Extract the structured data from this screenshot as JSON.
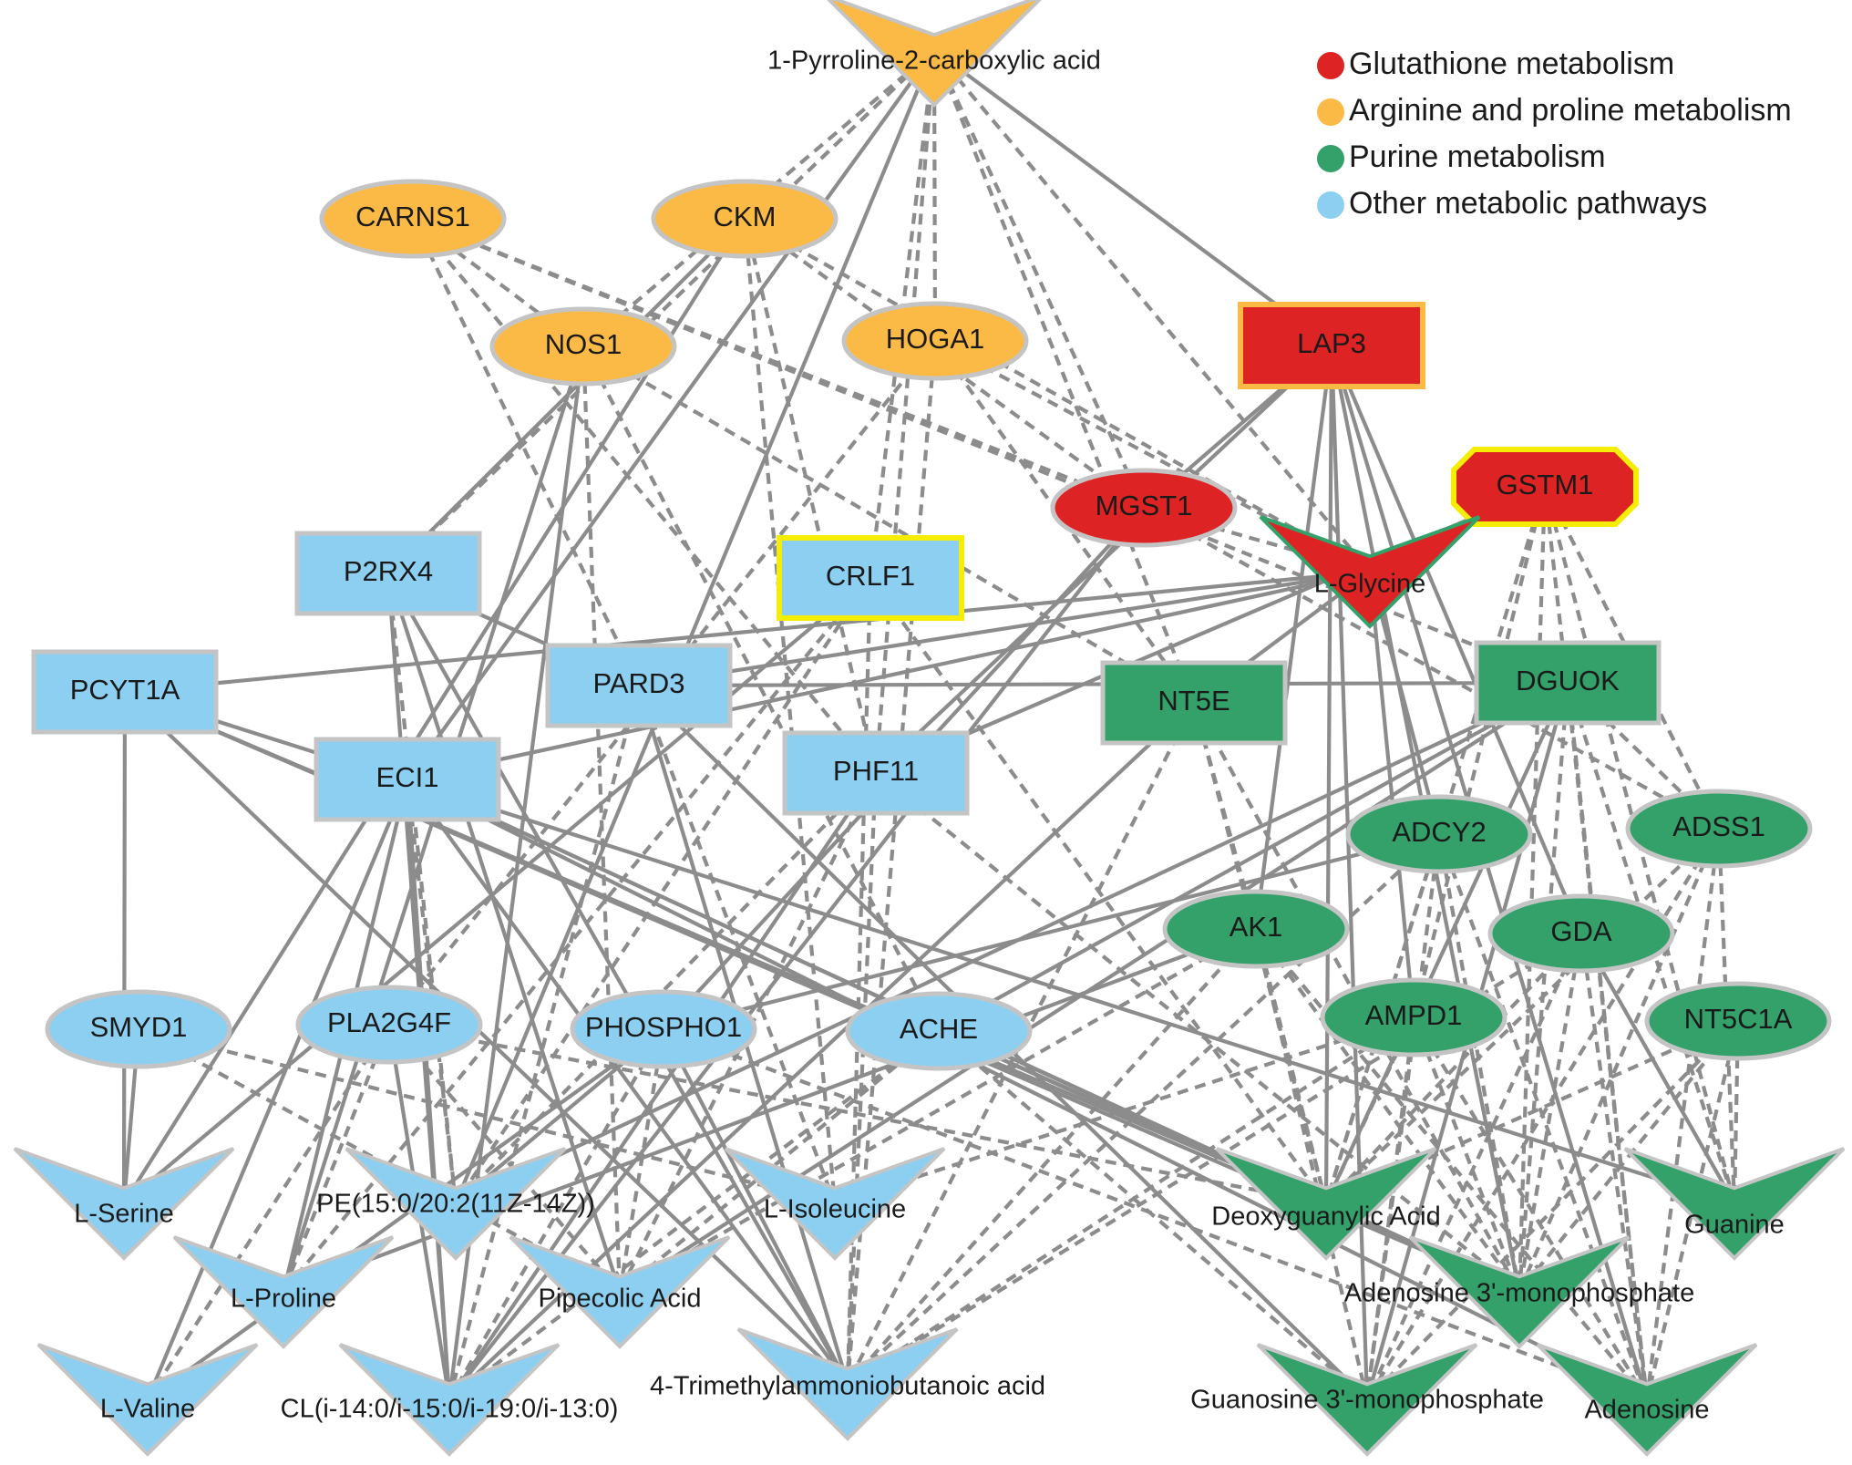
{
  "colors": {
    "Glutathione": "#dd2323",
    "Arginine": "#fbb945",
    "Purine": "#33a169",
    "Other": "#8ccff1",
    "node_border": "#c4c4c4",
    "highlight_border": "#f5ed06",
    "edge": "#8c8c8c"
  },
  "legend": [
    {
      "label": "Glutathione metabolism",
      "group": "Glutathione"
    },
    {
      "label": "Arginine and proline metabolism",
      "group": "Arginine"
    },
    {
      "label": "Purine metabolism",
      "group": "Purine"
    },
    {
      "label": "Other metabolic pathways",
      "group": "Other"
    }
  ],
  "nodes": [
    {
      "id": "P2C",
      "label": "1-Pyrroline-2-carboxylic acid",
      "group": "Arginine",
      "shape": "v-shape"
    },
    {
      "id": "CARNS1",
      "label": "CARNS1",
      "group": "Arginine",
      "shape": "ellipse"
    },
    {
      "id": "CKM",
      "label": "CKM",
      "group": "Arginine",
      "shape": "ellipse"
    },
    {
      "id": "NOS1",
      "label": "NOS1",
      "group": "Arginine",
      "shape": "ellipse"
    },
    {
      "id": "HOGA1",
      "label": "HOGA1",
      "group": "Arginine",
      "shape": "ellipse"
    },
    {
      "id": "LAP3",
      "label": "LAP3",
      "group": "Glutathione",
      "shape": "rectangle",
      "border": "orange"
    },
    {
      "id": "MGST1",
      "label": "MGST1",
      "group": "Glutathione",
      "shape": "ellipse"
    },
    {
      "id": "GSTM1",
      "label": "GSTM1",
      "group": "Glutathione",
      "shape": "octagon",
      "border": "highlight"
    },
    {
      "id": "GLY",
      "label": "L-Glycine",
      "group": "Glutathione",
      "shape": "v-shape",
      "border": "purine"
    },
    {
      "id": "P2RX4",
      "label": "P2RX4",
      "group": "Other",
      "shape": "rectangle"
    },
    {
      "id": "CRLF1",
      "label": "CRLF1",
      "group": "Other",
      "shape": "rectangle",
      "border": "highlight"
    },
    {
      "id": "PCYT1A",
      "label": "PCYT1A",
      "group": "Other",
      "shape": "rectangle"
    },
    {
      "id": "PARD3",
      "label": "PARD3",
      "group": "Other",
      "shape": "rectangle"
    },
    {
      "id": "ECI1",
      "label": "ECI1",
      "group": "Other",
      "shape": "rectangle"
    },
    {
      "id": "PHF11",
      "label": "PHF11",
      "group": "Other",
      "shape": "rectangle"
    },
    {
      "id": "NT5E",
      "label": "NT5E",
      "group": "Purine",
      "shape": "rectangle"
    },
    {
      "id": "DGUOK",
      "label": "DGUOK",
      "group": "Purine",
      "shape": "rectangle"
    },
    {
      "id": "ADCY2",
      "label": "ADCY2",
      "group": "Purine",
      "shape": "ellipse"
    },
    {
      "id": "ADSS1",
      "label": "ADSS1",
      "group": "Purine",
      "shape": "ellipse"
    },
    {
      "id": "AK1",
      "label": "AK1",
      "group": "Purine",
      "shape": "ellipse"
    },
    {
      "id": "GDA",
      "label": "GDA",
      "group": "Purine",
      "shape": "ellipse"
    },
    {
      "id": "AMPD1",
      "label": "AMPD1",
      "group": "Purine",
      "shape": "ellipse"
    },
    {
      "id": "NT5C1A",
      "label": "NT5C1A",
      "group": "Purine",
      "shape": "ellipse"
    },
    {
      "id": "SMYD1",
      "label": "SMYD1",
      "group": "Other",
      "shape": "ellipse"
    },
    {
      "id": "PLA2G4F",
      "label": "PLA2G4F",
      "group": "Other",
      "shape": "ellipse"
    },
    {
      "id": "PHOSPHO1",
      "label": "PHOSPHO1",
      "group": "Other",
      "shape": "ellipse"
    },
    {
      "id": "ACHE",
      "label": "ACHE",
      "group": "Other",
      "shape": "ellipse"
    },
    {
      "id": "SER",
      "label": "L-Serine",
      "group": "Other",
      "shape": "v-shape"
    },
    {
      "id": "PE",
      "label": "PE(15:0/20:2(11Z-14Z))",
      "group": "Other",
      "shape": "v-shape"
    },
    {
      "id": "ILE",
      "label": "L-Isoleucine",
      "group": "Other",
      "shape": "v-shape"
    },
    {
      "id": "PRO",
      "label": "L-Proline",
      "group": "Other",
      "shape": "v-shape"
    },
    {
      "id": "PIP",
      "label": "Pipecolic Acid",
      "group": "Other",
      "shape": "v-shape"
    },
    {
      "id": "VAL",
      "label": "L-Valine",
      "group": "Other",
      "shape": "v-shape"
    },
    {
      "id": "CL",
      "label": "CL(i-14:0/i-15:0/i-19:0/i-13:0)",
      "group": "Other",
      "shape": "v-shape"
    },
    {
      "id": "TMAB",
      "label": "4-Trimethylammoniobutanoic acid",
      "group": "Other",
      "shape": "v-shape"
    },
    {
      "id": "DGA",
      "label": "Deoxyguanylic Acid",
      "group": "Purine",
      "shape": "v-shape"
    },
    {
      "id": "GUA",
      "label": "Guanine",
      "group": "Purine",
      "shape": "v-shape"
    },
    {
      "id": "A3MP",
      "label": "Adenosine 3'-monophosphate",
      "group": "Purine",
      "shape": "v-shape"
    },
    {
      "id": "G3MP",
      "label": "Guanosine 3'-monophosphate",
      "group": "Purine",
      "shape": "v-shape"
    },
    {
      "id": "ADO",
      "label": "Adenosine",
      "group": "Purine",
      "shape": "v-shape"
    }
  ],
  "edges": [
    {
      "source": "P2C",
      "target": "LAP3",
      "style": "solid"
    },
    {
      "source": "P2C",
      "target": "ECI1",
      "style": "solid"
    },
    {
      "source": "P2C",
      "target": "PE",
      "style": "solid"
    },
    {
      "source": "P2C",
      "target": "NOS1",
      "style": "dashed"
    },
    {
      "source": "P2C",
      "target": "CRLF1",
      "style": "dashed"
    },
    {
      "source": "P2C",
      "target": "PHF11",
      "style": "dashed"
    },
    {
      "source": "P2C",
      "target": "MGST1",
      "style": "dashed"
    },
    {
      "source": "P2C",
      "target": "HOGA1",
      "style": "dashed"
    },
    {
      "source": "P2C",
      "target": "NT5E",
      "style": "dashed"
    },
    {
      "source": "P2C",
      "target": "GLY",
      "style": "dashed"
    },
    {
      "source": "P2C",
      "target": "P2RX4",
      "style": "dashed"
    },
    {
      "source": "CARNS1",
      "target": "PARD3",
      "style": "dashed"
    },
    {
      "source": "CARNS1",
      "target": "MGST1",
      "style": "dashed"
    },
    {
      "source": "CARNS1",
      "target": "NOS1",
      "style": "dashed"
    },
    {
      "source": "CARNS1",
      "target": "PHF11",
      "style": "dashed"
    },
    {
      "source": "CARNS1",
      "target": "DGUOK",
      "style": "dashed"
    },
    {
      "source": "CKM",
      "target": "P2RX4",
      "style": "solid"
    },
    {
      "source": "CKM",
      "target": "PHF11",
      "style": "dashed"
    },
    {
      "source": "CKM",
      "target": "MGST1",
      "style": "dashed"
    },
    {
      "source": "CKM",
      "target": "GLY",
      "style": "dashed"
    },
    {
      "source": "CKM",
      "target": "ILE",
      "style": "dashed"
    },
    {
      "source": "CKM",
      "target": "SER",
      "style": "solid"
    },
    {
      "source": "NOS1",
      "target": "PRO",
      "style": "solid"
    },
    {
      "source": "NOS1",
      "target": "CL",
      "style": "solid"
    },
    {
      "source": "NOS1",
      "target": "PIP",
      "style": "dashed"
    },
    {
      "source": "NOS1",
      "target": "NT5E",
      "style": "dashed"
    },
    {
      "source": "NOS1",
      "target": "ACHE",
      "style": "dashed"
    },
    {
      "source": "HOGA1",
      "target": "TMAB",
      "style": "dashed"
    },
    {
      "source": "HOGA1",
      "target": "NT5E",
      "style": "dashed"
    },
    {
      "source": "HOGA1",
      "target": "PLA2G4F",
      "style": "dashed"
    },
    {
      "source": "HOGA1",
      "target": "GLY",
      "style": "dashed"
    },
    {
      "source": "LAP3",
      "target": "MGST1",
      "style": "solid"
    },
    {
      "source": "LAP3",
      "target": "GDA",
      "style": "solid"
    },
    {
      "source": "LAP3",
      "target": "G3MP",
      "style": "solid"
    },
    {
      "source": "LAP3",
      "target": "DGA",
      "style": "solid"
    },
    {
      "source": "LAP3",
      "target": "A3MP",
      "style": "solid"
    },
    {
      "source": "LAP3",
      "target": "ADO",
      "style": "solid"
    },
    {
      "source": "LAP3",
      "target": "AK1",
      "style": "solid"
    },
    {
      "source": "LAP3",
      "target": "PHF11",
      "style": "solid"
    },
    {
      "source": "MGST1",
      "target": "CL",
      "style": "solid"
    },
    {
      "source": "MGST1",
      "target": "PHOSPHO1",
      "style": "solid"
    },
    {
      "source": "MGST1",
      "target": "GLY",
      "style": "dashed"
    },
    {
      "source": "MGST1",
      "target": "ADSS1",
      "style": "dashed"
    },
    {
      "source": "GSTM1",
      "target": "PHF11",
      "style": "solid"
    },
    {
      "source": "GSTM1",
      "target": "GUA",
      "style": "dashed"
    },
    {
      "source": "GSTM1",
      "target": "A3MP",
      "style": "dashed"
    },
    {
      "source": "GSTM1",
      "target": "DGA",
      "style": "dashed"
    },
    {
      "source": "GSTM1",
      "target": "ADO",
      "style": "dashed"
    },
    {
      "source": "GSTM1",
      "target": "AMPD1",
      "style": "dashed"
    },
    {
      "source": "GSTM1",
      "target": "ADSS1",
      "style": "dashed"
    },
    {
      "source": "GLY",
      "target": "PCYT1A",
      "style": "solid"
    },
    {
      "source": "GLY",
      "target": "PARD3",
      "style": "solid"
    },
    {
      "source": "GLY",
      "target": "NT5E",
      "style": "solid"
    },
    {
      "source": "GLY",
      "target": "ADCY2",
      "style": "solid"
    },
    {
      "source": "GLY",
      "target": "AMPD1",
      "style": "solid"
    },
    {
      "source": "P2RX4",
      "target": "PARD3",
      "style": "solid"
    },
    {
      "source": "P2RX4",
      "target": "PIP",
      "style": "solid"
    },
    {
      "source": "P2RX4",
      "target": "CL",
      "style": "solid"
    },
    {
      "source": "P2RX4",
      "target": "PE",
      "style": "dashed"
    },
    {
      "source": "P2RX4",
      "target": "TMAB",
      "style": "solid"
    },
    {
      "source": "CRLF1",
      "target": "SER",
      "style": "solid"
    },
    {
      "source": "CRLF1",
      "target": "TMAB",
      "style": "dashed"
    },
    {
      "source": "CRLF1",
      "target": "PE",
      "style": "dashed"
    },
    {
      "source": "CRLF1",
      "target": "PRO",
      "style": "dashed"
    },
    {
      "source": "CRLF1",
      "target": "DGA",
      "style": "dashed"
    },
    {
      "source": "PCYT1A",
      "target": "SER",
      "style": "solid"
    },
    {
      "source": "PCYT1A",
      "target": "DGA",
      "style": "solid"
    },
    {
      "source": "PCYT1A",
      "target": "A3MP",
      "style": "solid"
    },
    {
      "source": "PCYT1A",
      "target": "TMAB",
      "style": "solid"
    },
    {
      "source": "PCYT1A",
      "target": "GUA",
      "style": "solid"
    },
    {
      "source": "PARD3",
      "target": "TMAB",
      "style": "solid"
    },
    {
      "source": "PARD3",
      "target": "ILE",
      "style": "dashed"
    },
    {
      "source": "PARD3",
      "target": "CL",
      "style": "dashed"
    },
    {
      "source": "PARD3",
      "target": "G3MP",
      "style": "solid"
    },
    {
      "source": "PARD3",
      "target": "DGUOK",
      "style": "solid"
    },
    {
      "source": "ECI1",
      "target": "DGA",
      "style": "solid"
    },
    {
      "source": "ECI1",
      "target": "A3MP",
      "style": "solid"
    },
    {
      "source": "ECI1",
      "target": "ADO",
      "style": "solid"
    },
    {
      "source": "ECI1",
      "target": "VAL",
      "style": "solid"
    },
    {
      "source": "ECI1",
      "target": "TMAB",
      "style": "solid"
    },
    {
      "source": "ECI1",
      "target": "PRO",
      "style": "solid"
    },
    {
      "source": "ECI1",
      "target": "CL",
      "style": "solid"
    },
    {
      "source": "ECI1",
      "target": "PE",
      "style": "dashed"
    },
    {
      "source": "ECI1",
      "target": "GLY",
      "style": "solid"
    },
    {
      "source": "PHF11",
      "target": "PIP",
      "style": "dashed"
    },
    {
      "source": "PHF11",
      "target": "PE",
      "style": "dashed"
    },
    {
      "source": "PHF11",
      "target": "CL",
      "style": "solid"
    },
    {
      "source": "PHF11",
      "target": "A3MP",
      "style": "dashed"
    },
    {
      "source": "PHF11",
      "target": "TMAB",
      "style": "dashed"
    },
    {
      "source": "NT5E",
      "target": "CL",
      "style": "solid"
    },
    {
      "source": "NT5E",
      "target": "AK1",
      "style": "dashed"
    },
    {
      "source": "NT5E",
      "target": "TMAB",
      "style": "dashed"
    },
    {
      "source": "NT5E",
      "target": "A3MP",
      "style": "dashed"
    },
    {
      "source": "NT5E",
      "target": "DGA",
      "style": "dashed"
    },
    {
      "source": "DGUOK",
      "target": "DGA",
      "style": "solid"
    },
    {
      "source": "DGUOK",
      "target": "PIP",
      "style": "solid"
    },
    {
      "source": "DGUOK",
      "target": "PE",
      "style": "solid"
    },
    {
      "source": "DGUOK",
      "target": "G3MP",
      "style": "solid"
    },
    {
      "source": "DGUOK",
      "target": "ACHE",
      "style": "solid"
    },
    {
      "source": "DGUOK",
      "target": "GUA",
      "style": "dashed"
    },
    {
      "source": "DGUOK",
      "target": "ADO",
      "style": "dashed"
    },
    {
      "source": "DGUOK",
      "target": "ADSS1",
      "style": "dashed"
    },
    {
      "source": "DGUOK",
      "target": "A3MP",
      "style": "dashed"
    },
    {
      "source": "ADCY2",
      "target": "A3MP",
      "style": "dashed"
    },
    {
      "source": "ADCY2",
      "target": "TMAB",
      "style": "dashed"
    },
    {
      "source": "ADCY2",
      "target": "G3MP",
      "style": "dashed"
    },
    {
      "source": "ADCY2",
      "target": "DGA",
      "style": "dashed"
    },
    {
      "source": "ADCY2",
      "target": "PHOSPHO1",
      "style": "solid"
    },
    {
      "source": "ADCY2",
      "target": "ADO",
      "style": "dashed"
    },
    {
      "source": "ADSS1",
      "target": "ADO",
      "style": "dashed"
    },
    {
      "source": "ADSS1",
      "target": "GUA",
      "style": "dashed"
    },
    {
      "source": "ADSS1",
      "target": "A3MP",
      "style": "dashed"
    },
    {
      "source": "ADSS1",
      "target": "G3MP",
      "style": "dashed"
    },
    {
      "source": "ADSS1",
      "target": "DGA",
      "style": "dashed"
    },
    {
      "source": "AK1",
      "target": "PRO",
      "style": "solid"
    },
    {
      "source": "AK1",
      "target": "DGA",
      "style": "dashed"
    },
    {
      "source": "AK1",
      "target": "A3MP",
      "style": "dashed"
    },
    {
      "source": "AK1",
      "target": "G3MP",
      "style": "dashed"
    },
    {
      "source": "AK1",
      "target": "TMAB",
      "style": "dashed"
    },
    {
      "source": "AK1",
      "target": "PIP",
      "style": "dashed"
    },
    {
      "source": "AK1",
      "target": "ADO",
      "style": "dashed"
    },
    {
      "source": "GDA",
      "target": "GUA",
      "style": "solid"
    },
    {
      "source": "GDA",
      "target": "DGA",
      "style": "dashed"
    },
    {
      "source": "GDA",
      "target": "A3MP",
      "style": "dashed"
    },
    {
      "source": "GDA",
      "target": "G3MP",
      "style": "dashed"
    },
    {
      "source": "GDA",
      "target": "TMAB",
      "style": "dashed"
    },
    {
      "source": "GDA",
      "target": "ADO",
      "style": "dashed"
    },
    {
      "source": "AMPD1",
      "target": "DGA",
      "style": "dashed"
    },
    {
      "source": "AMPD1",
      "target": "A3MP",
      "style": "dashed"
    },
    {
      "source": "AMPD1",
      "target": "G3MP",
      "style": "dashed"
    },
    {
      "source": "AMPD1",
      "target": "ADO",
      "style": "dashed"
    },
    {
      "source": "AMPD1",
      "target": "TMAB",
      "style": "dashed"
    },
    {
      "source": "AMPD1",
      "target": "ILE",
      "style": "dashed"
    },
    {
      "source": "NT5C1A",
      "target": "GUA",
      "style": "dashed"
    },
    {
      "source": "NT5C1A",
      "target": "ADO",
      "style": "dashed"
    },
    {
      "source": "NT5C1A",
      "target": "A3MP",
      "style": "dashed"
    },
    {
      "source": "NT5C1A",
      "target": "DGA",
      "style": "dashed"
    },
    {
      "source": "NT5C1A",
      "target": "G3MP",
      "style": "dashed"
    },
    {
      "source": "SMYD1",
      "target": "SER",
      "style": "solid"
    },
    {
      "source": "SMYD1",
      "target": "ILE",
      "style": "dashed"
    },
    {
      "source": "SMYD1",
      "target": "PIP",
      "style": "dashed"
    },
    {
      "source": "PLA2G4F",
      "target": "PRO",
      "style": "dashed"
    },
    {
      "source": "PLA2G4F",
      "target": "CL",
      "style": "solid"
    },
    {
      "source": "PLA2G4F",
      "target": "PIP",
      "style": "dashed"
    },
    {
      "source": "PLA2G4F",
      "target": "VAL",
      "style": "dashed"
    },
    {
      "source": "PLA2G4F",
      "target": "DGA",
      "style": "dashed"
    },
    {
      "source": "PHOSPHO1",
      "target": "PE",
      "style": "solid"
    },
    {
      "source": "PHOSPHO1",
      "target": "PIP",
      "style": "dashed"
    },
    {
      "source": "PHOSPHO1",
      "target": "CL",
      "style": "dashed"
    },
    {
      "source": "PHOSPHO1",
      "target": "TMAB",
      "style": "solid"
    },
    {
      "source": "PHOSPHO1",
      "target": "ADO",
      "style": "dashed"
    },
    {
      "source": "PHOSPHO1",
      "target": "VAL",
      "style": "solid"
    },
    {
      "source": "ACHE",
      "target": "DGA",
      "style": "solid"
    },
    {
      "source": "ACHE",
      "target": "PIP",
      "style": "dashed"
    },
    {
      "source": "ACHE",
      "target": "CL",
      "style": "dashed"
    },
    {
      "source": "ACHE",
      "target": "G3MP",
      "style": "dashed"
    },
    {
      "source": "ACHE",
      "target": "A3MP",
      "style": "solid"
    }
  ]
}
